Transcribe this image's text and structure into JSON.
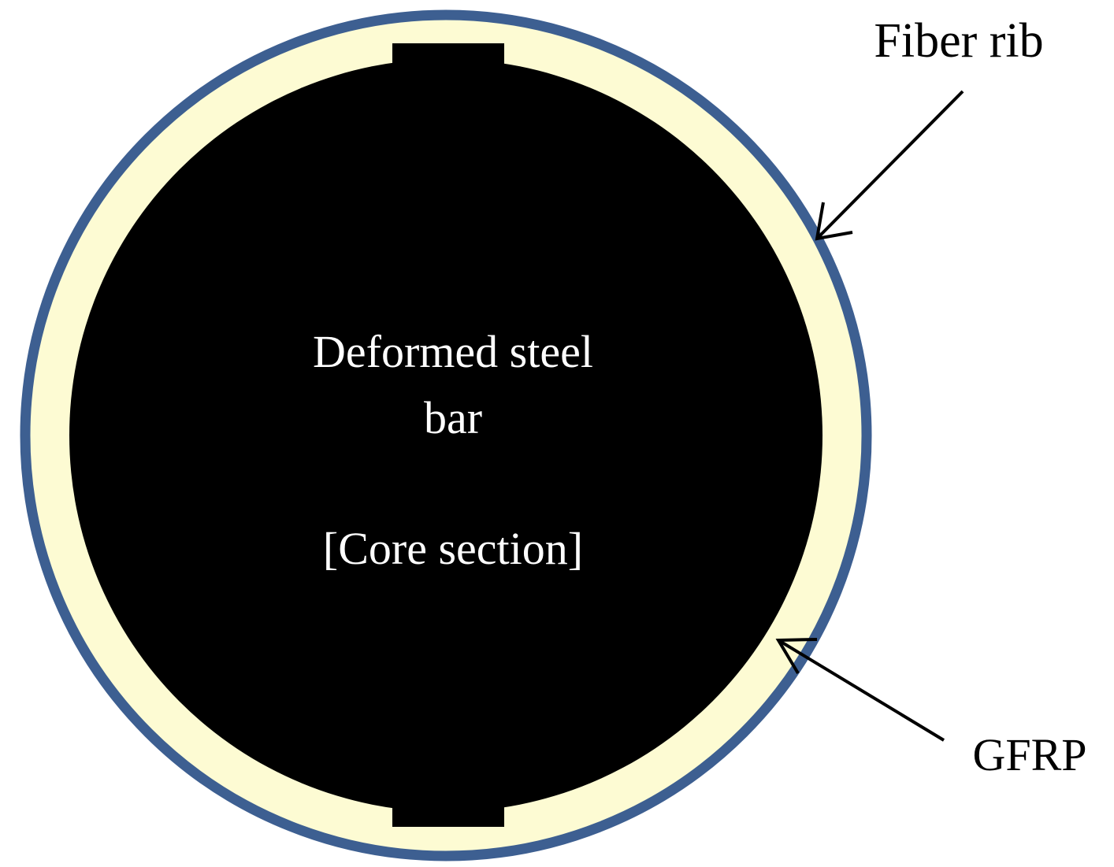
{
  "diagram": {
    "labels": {
      "fiber_rib": "Fiber rib",
      "gfrp": "GFRP",
      "core_line1": "Deformed steel",
      "core_line2": "bar",
      "core_line3": "[Core section]"
    },
    "colors": {
      "fiber_rib": "#3d5f91",
      "gfrp": "#fdfbd3",
      "core": "#000000",
      "core_text": "#ffffff",
      "label_text": "#000000",
      "arrow": "#000000"
    }
  }
}
